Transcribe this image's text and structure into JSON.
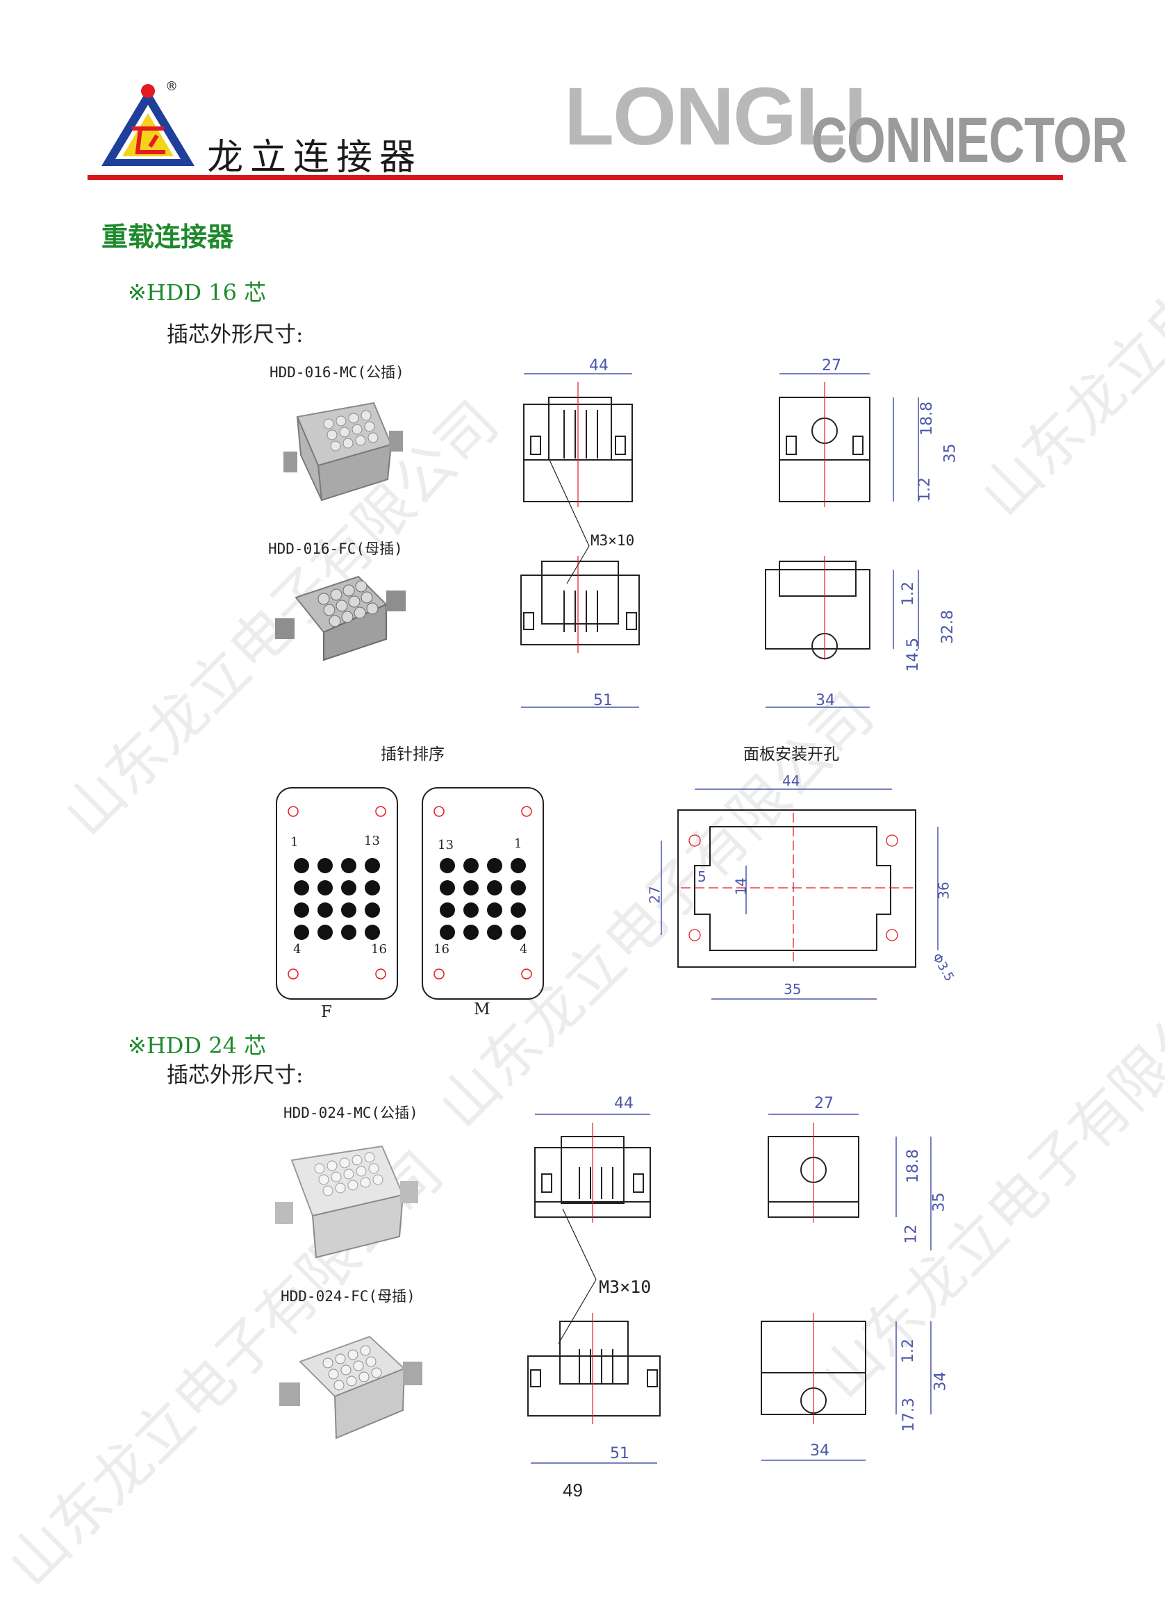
{
  "header": {
    "company_cn": "龙立连接器",
    "brand_big": "LONGLI",
    "brand_small": "CONNECTOR",
    "registered_mark": "®"
  },
  "section_title": "重载连接器",
  "hdd16": {
    "title": "※HDD 16 芯",
    "subtitle": "插芯外形尺寸:",
    "male_label": "HDD-016-MC(公插)",
    "female_label": "HDD-016-FC(母插)",
    "screw_label": "M3×10",
    "dims": {
      "male_front_width": "44",
      "male_side_width": "27",
      "male_side_h1": "18.8",
      "male_side_h2": "1.2",
      "male_side_total": "35",
      "female_front_width": "51",
      "female_side_width": "34",
      "female_side_h1": "1.2",
      "female_side_h2": "14.5",
      "female_side_total": "32.8"
    },
    "pin_caption": "插针排序",
    "panel_caption": "面板安装开孔",
    "pin_f": {
      "tl": "1",
      "tr": "13",
      "bl": "4",
      "br": "16",
      "label": "F"
    },
    "pin_m": {
      "tl": "13",
      "tr": "1",
      "bl": "16",
      "br": "4",
      "label": "M"
    },
    "panel_dims": {
      "top": "44",
      "left": "27",
      "inner_w": "5",
      "inner_h": "14",
      "right": "36",
      "bottom": "35",
      "hole": "Φ3.5"
    }
  },
  "hdd24": {
    "title": "※HDD 24 芯",
    "subtitle": "插芯外形尺寸:",
    "male_label": "HDD-024-MC(公插)",
    "female_label": "HDD-024-FC(母插)",
    "screw_label": "M3×10",
    "dims": {
      "male_front_width": "44",
      "male_side_width": "27",
      "male_side_h1": "18.8",
      "male_side_h2": "12",
      "male_side_total": "35",
      "female_front_width": "51",
      "female_side_width": "34",
      "female_side_h1": "1.2",
      "female_side_h2": "17.3",
      "female_side_total": "34"
    }
  },
  "watermark": "山东龙立电子有限公司",
  "page_number": "49"
}
